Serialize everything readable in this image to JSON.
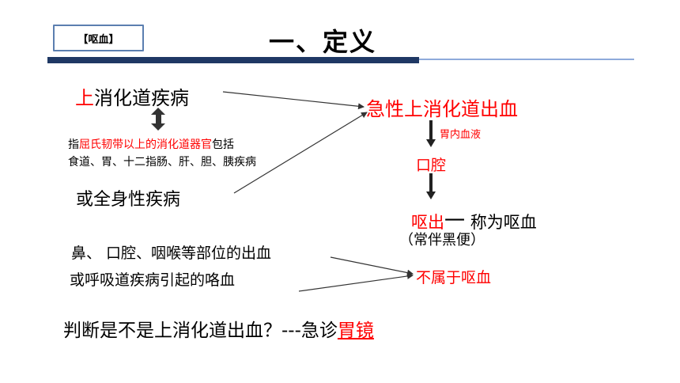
{
  "tag": "【呕血】",
  "title": "一、定义",
  "upper_gi": {
    "first_char": "上",
    "rest": "消化道疾病"
  },
  "definition": {
    "prefix": "指",
    "highlight": "屈氏韧带以上的消化道器官",
    "suffix": "包括",
    "line2": "食道、胃、十二指肠、肝、胆、胰疾病"
  },
  "systemic": "或全身性疾病",
  "acute_bleeding": "急性上消化道出血",
  "gastric_blood": "胃内血液",
  "mouth": "口腔",
  "hematemesis": {
    "red": "呕出",
    "dash": "一",
    "black": " 称为呕血"
  },
  "melena_note": "（常伴黑便）",
  "exclusions": {
    "line1": "鼻、 口腔、咽喉等部位的出血",
    "line2": "或呼吸道疾病引起的咯血",
    "result": "不属于呕血"
  },
  "question": {
    "text": "判断是不是上消化道出血？---急诊",
    "underlined": "胃镜"
  },
  "colors": {
    "red": "#ff0000",
    "dark_bar": "#1f3864",
    "thin_bar": "#8eaadb",
    "box_border": "#5b7fb0"
  }
}
